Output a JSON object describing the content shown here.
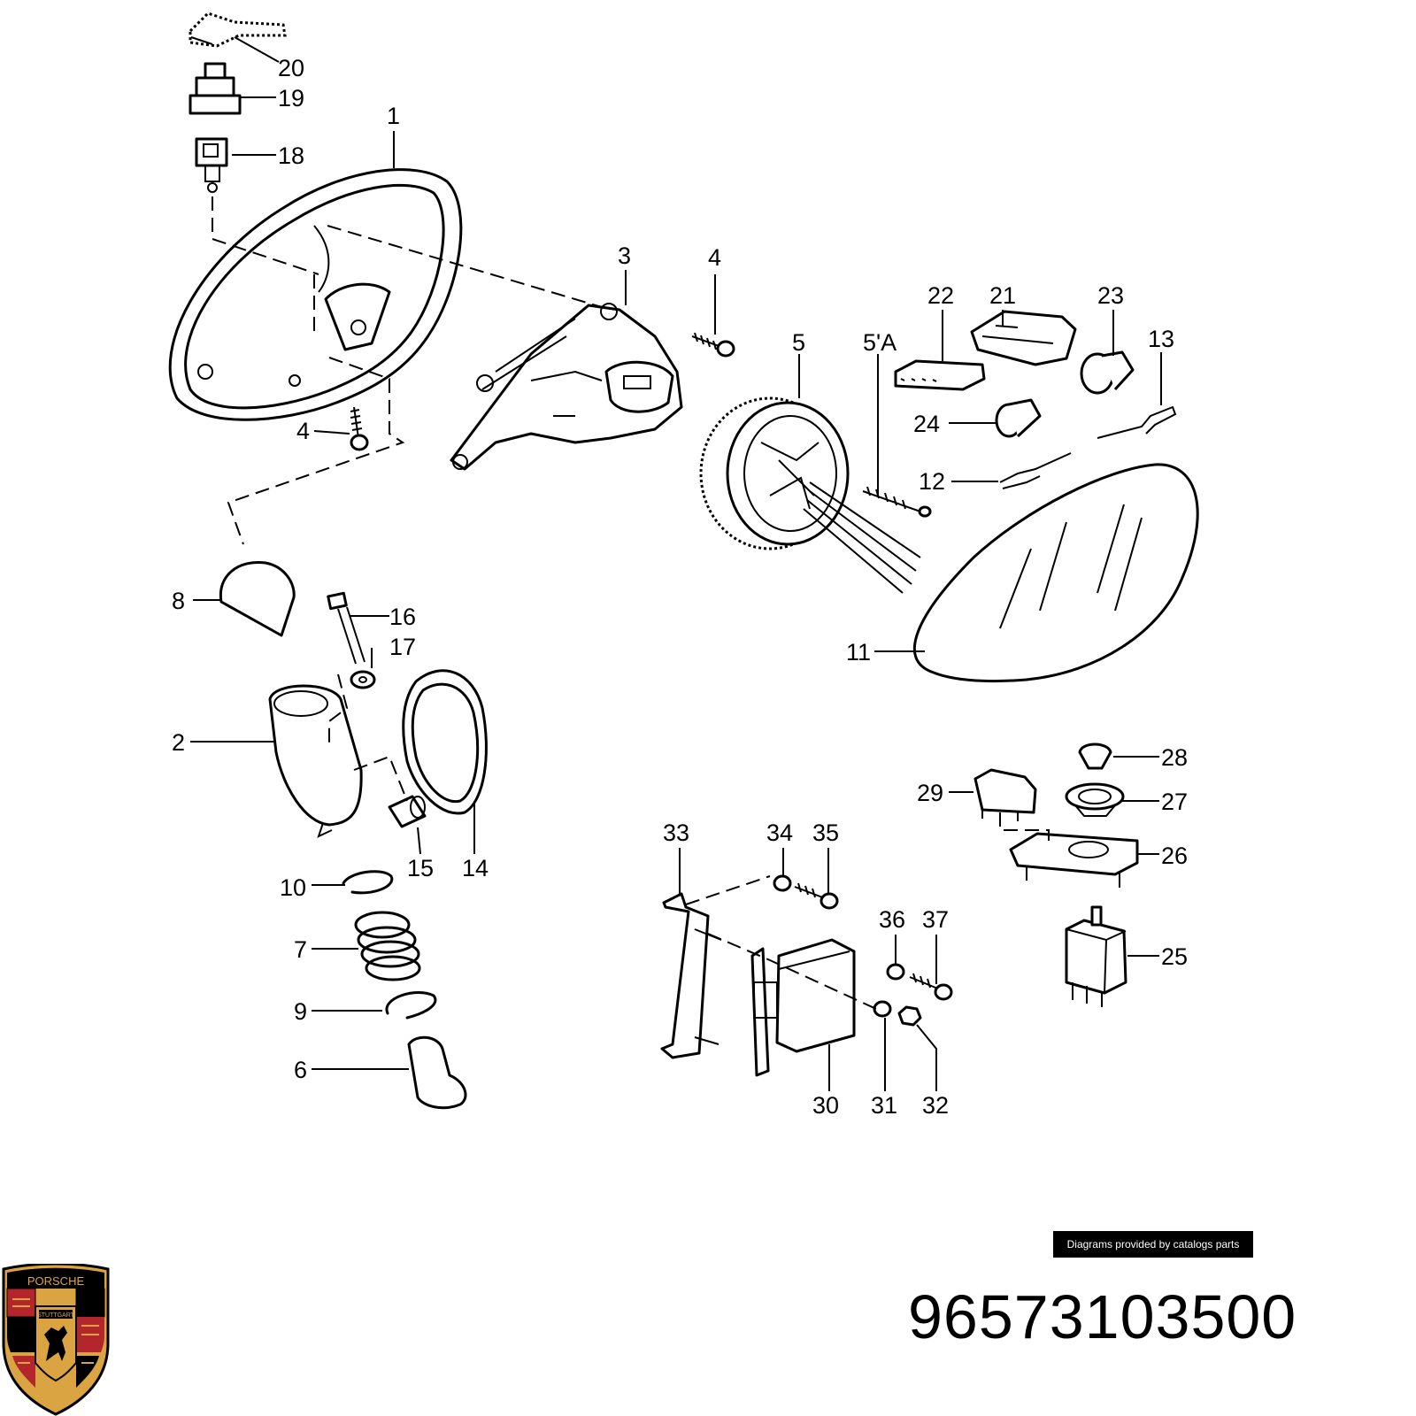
{
  "diagram": {
    "callouts": {
      "c1": "1",
      "c2": "2",
      "c3": "3",
      "c4a": "4",
      "c4b": "4",
      "c5": "5",
      "c5a": "5'A",
      "c6": "6",
      "c7": "7",
      "c8": "8",
      "c9": "9",
      "c10": "10",
      "c11": "11",
      "c12": "12",
      "c13": "13",
      "c14": "14",
      "c15": "15",
      "c16": "16",
      "c17": "17",
      "c18": "18",
      "c19": "19",
      "c20": "20",
      "c21": "21",
      "c22": "22",
      "c23": "23",
      "c24": "24",
      "c25": "25",
      "c26": "26",
      "c27": "27",
      "c28": "28",
      "c29": "29",
      "c30": "30",
      "c31": "31",
      "c32": "32",
      "c33": "33",
      "c34": "34",
      "c35": "35",
      "c36": "36",
      "c37": "37"
    }
  },
  "credit": "Diagrams provided by catalogs parts",
  "part_number": "96573103500",
  "logo": {
    "top_text": "PORSCHE",
    "center_text": "STUTTGART"
  },
  "colors": {
    "line": "#000000",
    "background": "#ffffff",
    "logo_red": "#b3262b",
    "logo_gold": "#d9a441"
  }
}
